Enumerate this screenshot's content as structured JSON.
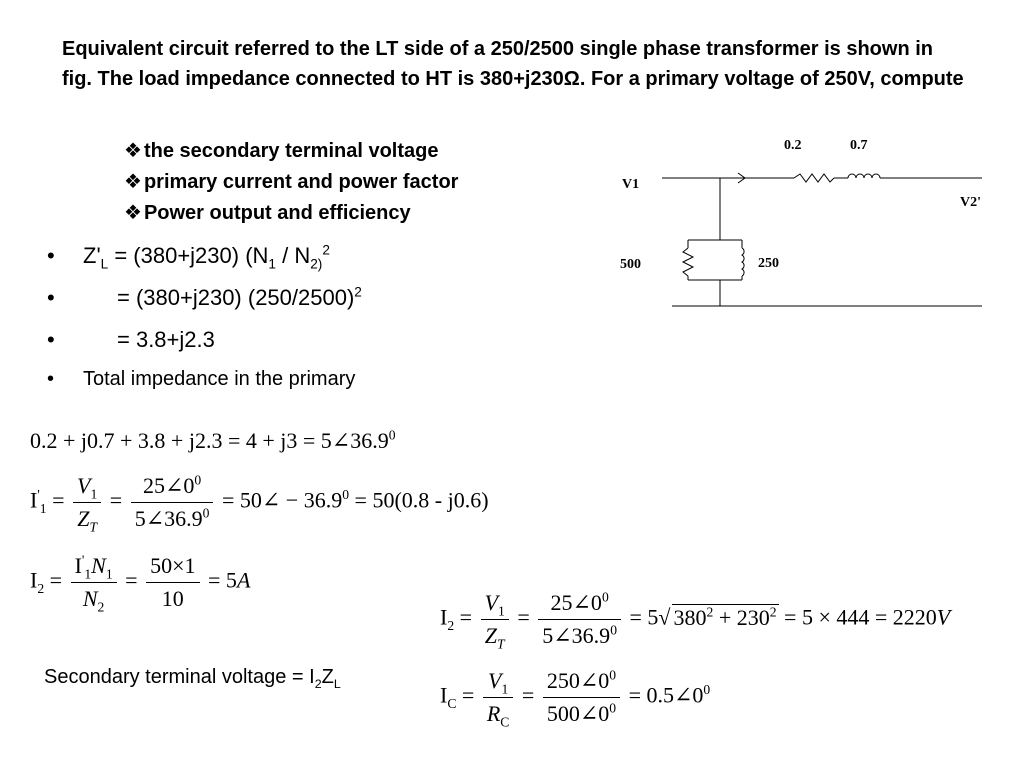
{
  "title": "Equivalent circuit referred to the LT side of a 250/2500 single phase transformer is shown in fig. The load impedance connected to HT is 380+j230Ω. For a primary voltage of 250V, compute",
  "compute_items": [
    "the secondary terminal voltage",
    "primary current and power factor",
    "Power output and efficiency"
  ],
  "diamond_icon": "❖",
  "circuit": {
    "r_series": "0.2",
    "x_series": "0.7",
    "v1": "V1",
    "v2": "V2'",
    "r_shunt": "500",
    "x_shunt": "250"
  },
  "bullets": {
    "b1_zl": "Z'",
    "b1_zl_sub": "L",
    "b1_mid": " = (380+j230) (N",
    "b1_n1_sub": "1",
    "b1_slash": " / N",
    "b1_n2_sub": "2)",
    "b1_sup": "2",
    "b2_text": "= (380+j230) (250/2500)",
    "b2_sup": "2",
    "b3_text": "= 3.8+j2.3",
    "b4_text": "Total impedance in the primary"
  },
  "eq1": {
    "lhs": "0.2 + j0.7 + 3.8 + j2.3 = 4 + j3 = 5∠36.9",
    "sup": "0"
  },
  "eq2": {
    "i1": "I",
    "i1_sup": "'",
    "i1_sub": "1",
    "num": "V",
    "num_sub": "1",
    "den": "Z",
    "den_sub": "T",
    "num2": "25∠0",
    "num2_sup": "0",
    "den2": "5∠36.9",
    "den2_sup": "0",
    "r1": "= 50∠ − 36.9",
    "r1_sup": "0",
    "r2": "= 50(0.8 - j0.6)"
  },
  "eq3": {
    "i2": "I",
    "i2_sub": "2",
    "num_i": "I",
    "num_i_sup": "'",
    "num_i_sub": "1",
    "num_n": "N",
    "num_n_sub": "1",
    "den_n": "N",
    "den_n_sub": "2",
    "num2": "50×1",
    "den2": "10",
    "result": "= 5",
    "unit": "A"
  },
  "eq4": {
    "i2": "I",
    "i2_sub": "2",
    "num": "V",
    "num_sub": "1",
    "den": "Z",
    "den_sub": "T",
    "num2": "25∠0",
    "num2_sup": "0",
    "den2": "5∠36.9",
    "den2_sup": "0",
    "r1": "= 5",
    "root_a": "380",
    "root_a_sup": "2",
    "root_plus": " + 230",
    "root_b_sup": "2",
    "r2": "= 5 × 444 = 2220",
    "unit": "V"
  },
  "eq5": {
    "ic": "I",
    "ic_sub": "C",
    "num": "V",
    "num_sub": "1",
    "den": "R",
    "den_sub": "C",
    "num2": "250∠0",
    "num2_sup": "0",
    "den2": "500∠0",
    "den2_sup": "0",
    "r1": "= 0.5∠0",
    "r1_sup": "0"
  },
  "secondary_terminal": {
    "text": "Secondary terminal voltage = I",
    "sub1": "2",
    "z": "Z",
    "sub2": "L"
  }
}
